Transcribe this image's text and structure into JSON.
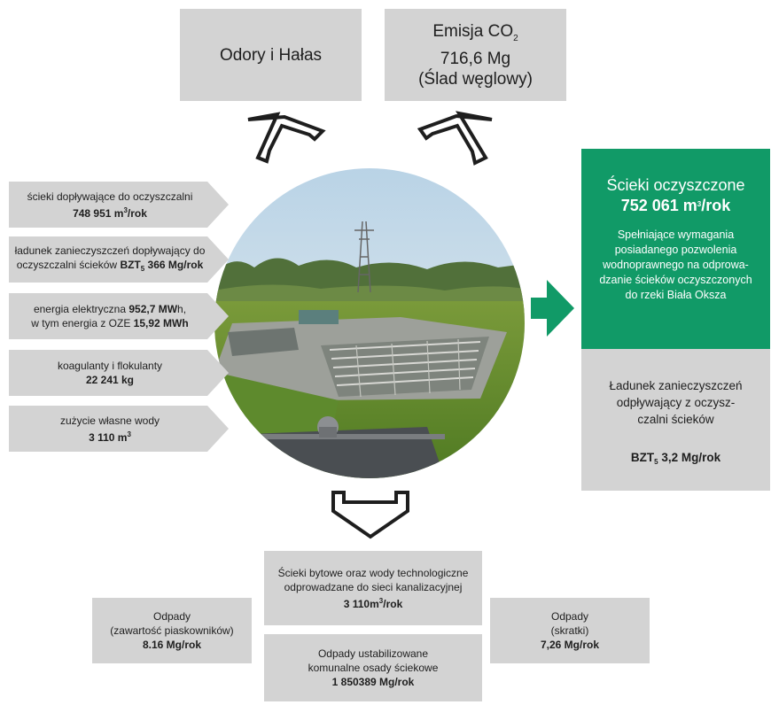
{
  "top": {
    "odor_noise": "Odory i Hałas",
    "emission_line1": "Emisja CO",
    "emission_sub": "2",
    "emission_value": "716,6 Mg",
    "emission_note": "(Ślad węglowy)"
  },
  "inputs": [
    {
      "line1": "ścieki dopływające do oczyszczalni",
      "value": "748 951 m",
      "sup": "3",
      "unit": "/rok"
    },
    {
      "line1": "ładunek zanieczyszczeń dopływający do",
      "line2a": "oczyszczalni ścieków ",
      "bold": "BZT",
      "sub": "5",
      "bold2": " 366 Mg/rok"
    },
    {
      "line1a": "energia elektryczna ",
      "bold1": "952,7 MW",
      "line1b": "h,",
      "line2a": "w tym energia z OZE ",
      "bold2": "15,92 MWh"
    },
    {
      "line1": "koagulanty i flokulanty",
      "value": "22 241 kg"
    },
    {
      "line1": "zużycie własne wody",
      "value": "3 110 m",
      "sup": "3"
    }
  ],
  "output": {
    "title": "Ścieki oczyszczone",
    "value": "752 061 m",
    "value_sup": "3",
    "value_unit": "/rok",
    "desc": [
      "Spełniające wymagania",
      "posiadanego pozwolenia",
      "wodnoprawnego na odprowa-",
      "dzanie ścieków oczyszczonych",
      "do rzeki Biała Oksza"
    ],
    "color": "#119a67"
  },
  "load": {
    "lines": [
      "Ładunek zanieczyszczeń",
      "odpływający z oczysz-",
      "czalni ścieków"
    ],
    "bzt": "BZT",
    "bzt_sub": "5",
    "bzt_value": " 3,2 Mg/rok"
  },
  "bottom": {
    "sewage": {
      "line1": "Ścieki bytowe oraz wody technologiczne",
      "line2": "odprowadzane do sieci kanalizacyjnej",
      "value": "3 110m",
      "sup": "3",
      "unit": "/rok"
    },
    "sand": {
      "line1": "Odpady",
      "line2": "(zawartość piaskowników)",
      "value": "8.16 Mg/rok"
    },
    "sludge": {
      "line1": "Odpady ustabilizowane",
      "line2": "komunalne osady ściekowe",
      "value": "1 850389 Mg/rok"
    },
    "screenings": {
      "line1": "Odpady",
      "line2": "(skratki)",
      "value": "7,26 Mg/rok"
    }
  },
  "colors": {
    "box": "#d3d3d3",
    "green": "#119a67",
    "text": "#1e1e1e"
  }
}
